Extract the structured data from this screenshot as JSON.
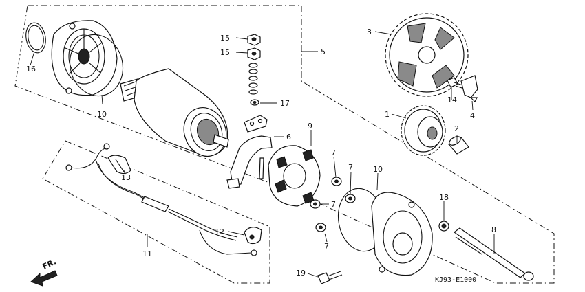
{
  "diagram": {
    "callouts": [
      {
        "id": "16",
        "label": "16"
      },
      {
        "id": "10a",
        "label": "10"
      },
      {
        "id": "15a",
        "label": "15"
      },
      {
        "id": "15b",
        "label": "15"
      },
      {
        "id": "5",
        "label": "5"
      },
      {
        "id": "17",
        "label": "17"
      },
      {
        "id": "3",
        "label": "3"
      },
      {
        "id": "14",
        "label": "14"
      },
      {
        "id": "4",
        "label": "4"
      },
      {
        "id": "1",
        "label": "1"
      },
      {
        "id": "2",
        "label": "2"
      },
      {
        "id": "6",
        "label": "6"
      },
      {
        "id": "9",
        "label": "9"
      },
      {
        "id": "7a",
        "label": "7"
      },
      {
        "id": "7b",
        "label": "7"
      },
      {
        "id": "7c",
        "label": "7"
      },
      {
        "id": "7d",
        "label": "7"
      },
      {
        "id": "10b",
        "label": "10"
      },
      {
        "id": "13",
        "label": "13"
      },
      {
        "id": "18",
        "label": "18"
      },
      {
        "id": "8",
        "label": "8"
      },
      {
        "id": "12",
        "label": "12"
      },
      {
        "id": "11",
        "label": "11"
      },
      {
        "id": "19",
        "label": "19"
      }
    ],
    "drawing_code": "KJ93-E1000",
    "direction_label": "FR."
  }
}
